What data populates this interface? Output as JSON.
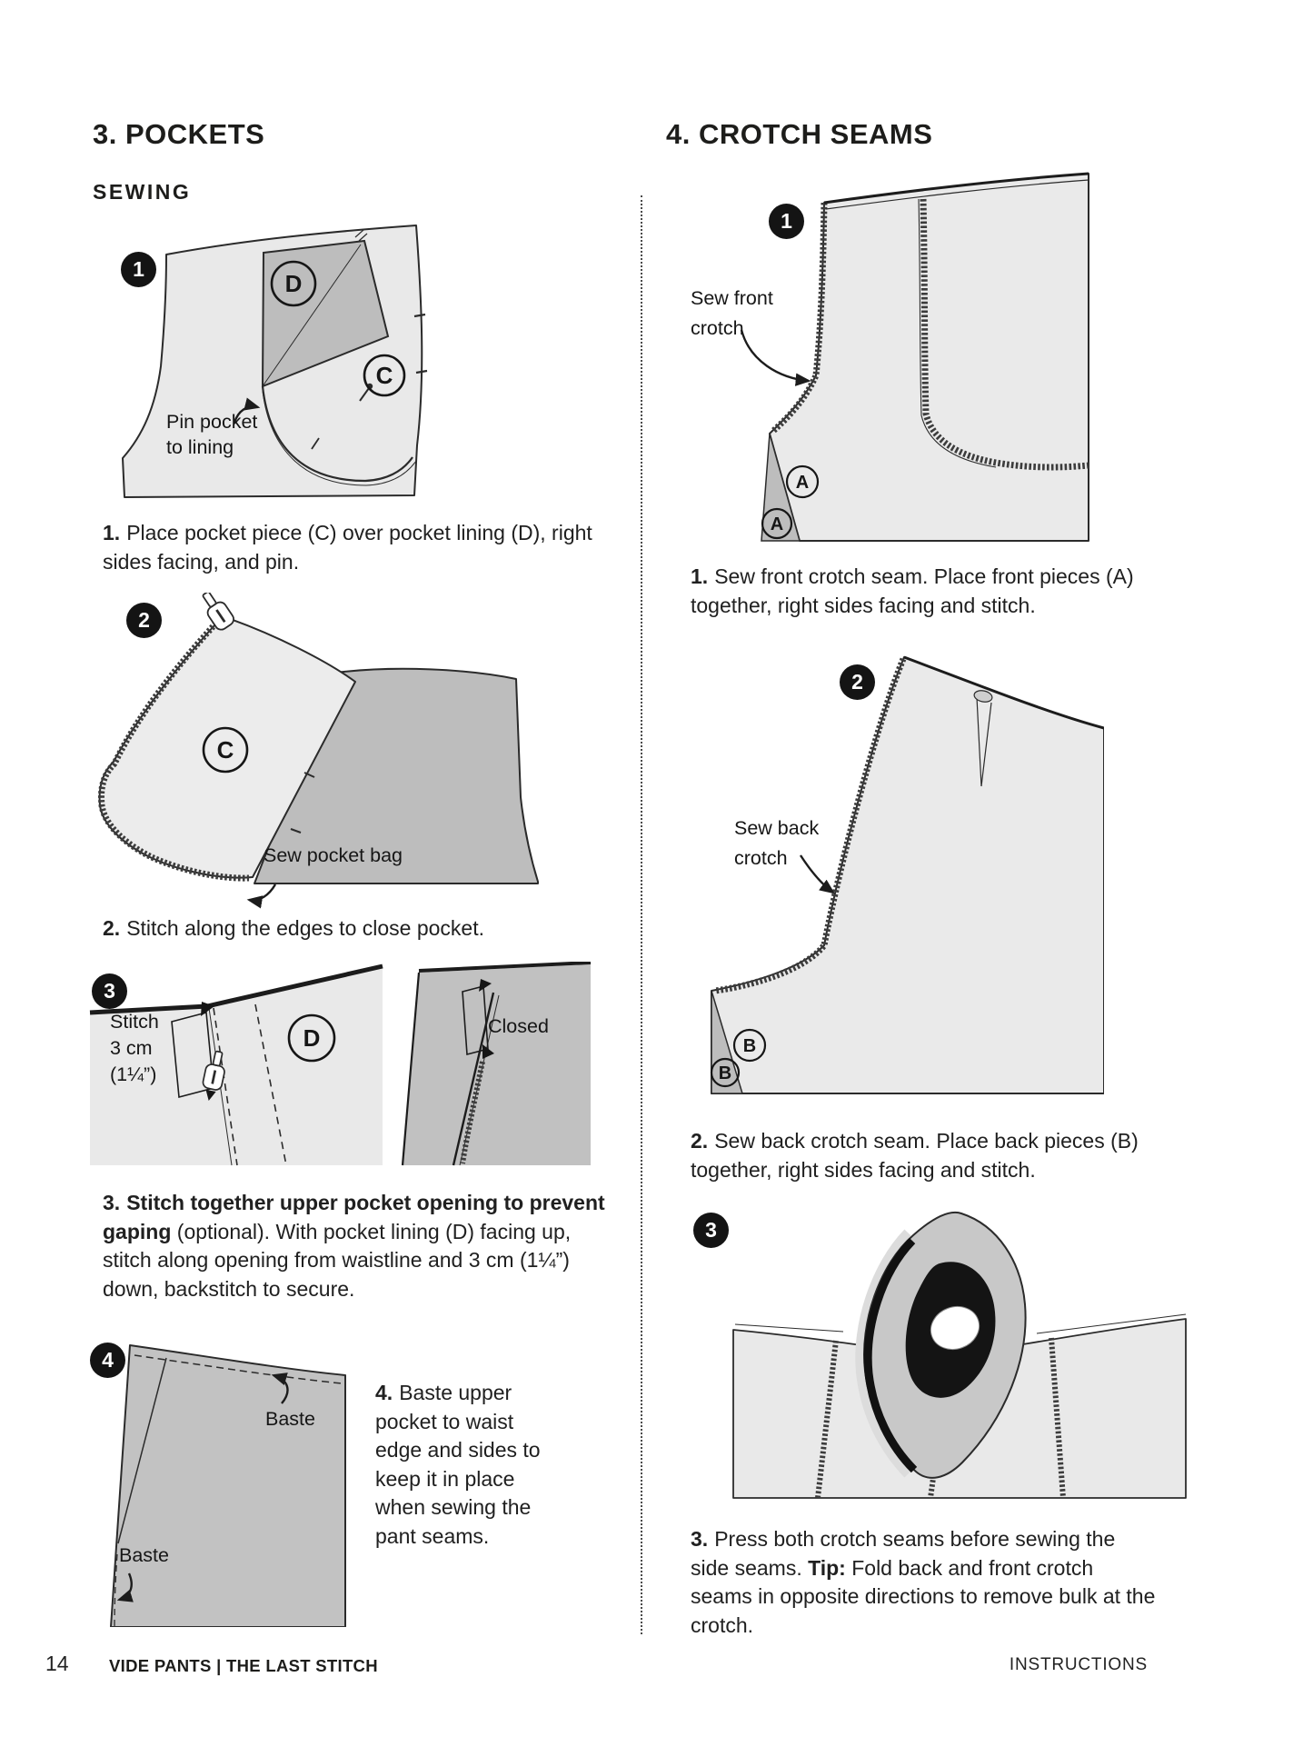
{
  "pockets": {
    "title": "3. POCKETS",
    "subtitle": "SEWING",
    "fig1": {
      "badge": "1",
      "piece_d": "D",
      "piece_c": "C",
      "pin_label_line1": "Pin pocket",
      "pin_label_line2": "to lining"
    },
    "step1": {
      "num": "1.",
      "text": "Place pocket piece (C) over pocket lining (D), right sides facing, and pin."
    },
    "fig2": {
      "badge": "2",
      "piece_c": "C",
      "sew_label": "Sew pocket bag"
    },
    "step2": {
      "num": "2.",
      "text": "Stitch along the edges to close pocket."
    },
    "fig3": {
      "badge": "3",
      "stitch_label_line1": "Stitch",
      "stitch_label_line2": "3 cm",
      "stitch_label_line3": "(1¼”)",
      "piece_d": "D",
      "closed_label": "Closed"
    },
    "step3": {
      "num": "3.",
      "bold": "Stitch together upper pocket opening to prevent gaping",
      "text": " (optional). With pocket lining (D) facing up, stitch along opening from waistline and 3 cm (1¼”) down, backstitch to secure."
    },
    "fig4": {
      "badge": "4",
      "baste_label_top": "Baste",
      "baste_label_bottom": "Baste"
    },
    "step4": {
      "num": "4.",
      "text": "Baste upper pocket to waist edge and sides to keep it in place when sewing the pant seams."
    }
  },
  "crotch": {
    "title": "4. CROTCH SEAMS",
    "fig1": {
      "badge": "1",
      "label_line1": "Sew front",
      "label_line2": "crotch",
      "piece_a": "A"
    },
    "step1": {
      "num": "1.",
      "text": "Sew front crotch seam. Place front pieces (A) together, right sides facing and stitch."
    },
    "fig2": {
      "badge": "2",
      "label_line1": "Sew back",
      "label_line2": "crotch",
      "piece_b": "B"
    },
    "step2": {
      "num": "2.",
      "text": "Sew back crotch seam. Place back pieces (B) together, right sides facing and stitch."
    },
    "fig3": {
      "badge": "3"
    },
    "step3": {
      "num": "3.",
      "text_a": "Press both crotch seams before sewing the side seams. ",
      "tip": "Tip:",
      "text_b": " Fold back and front crotch seams in opposite directions to remove bulk at the crotch."
    }
  },
  "footer": {
    "page_number": "14",
    "publication": "VIDE PANTS | THE LAST STITCH",
    "section": "INSTRUCTIONS"
  },
  "colors": {
    "ink": "#1d1d1b",
    "piece_light": "#e9e9e9",
    "piece_mid": "#bdbdbd"
  }
}
